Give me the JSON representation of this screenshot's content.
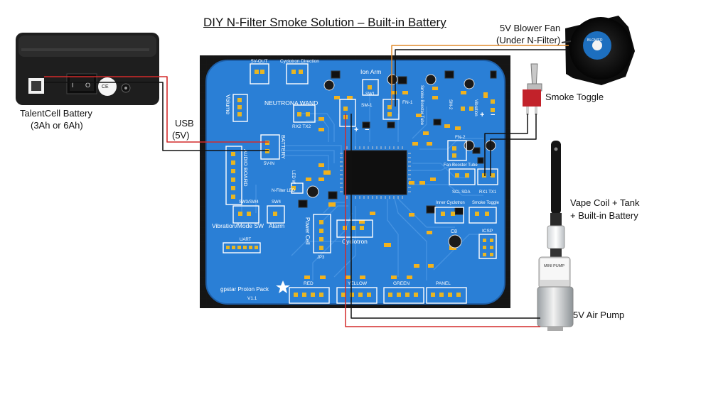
{
  "title": "DIY N-Filter Smoke Solution – Built-in Battery",
  "labels": {
    "battery_line1": "TalentCell Battery",
    "battery_line2": "(3Ah or 6Ah)",
    "usb_line1": "USB",
    "usb_line2": "(5V)",
    "fan_line1": "5V Blower Fan",
    "fan_line2": "(Under N-Filter)",
    "toggle": "Smoke Toggle",
    "vape_line1": "Vape Coil + Tank",
    "vape_line2": "+ Built-in Battery",
    "pump": "5V Air Pump"
  },
  "board": {
    "name": "gpstar Proton Pack",
    "version": "V1.1",
    "silk": {
      "v5out": "5V-OUT",
      "cyc_dir": "Cyclotron Direction",
      "ion_arm": "Ion Arm",
      "sw1": "SW1",
      "volume": "Volume",
      "neutrona": "NEUTRONA WAND",
      "rx2tx2": "RX2 TX2",
      "sm1": "SM-1",
      "fn1": "FN-1",
      "smoke_booster": "Smoke Booster Tube",
      "sm2": "SM-2",
      "vibration": "Vibration",
      "battery": "BATTERY",
      "v5in": "5V-IN",
      "audio": "AUDIO BOARD",
      "led_w": "LED W",
      "nfilter_led": "N-Filter LED",
      "fn2": "FN-2",
      "fan_booster": "Fan Booster Tube",
      "scl_sda": "SCL  SDA",
      "rx1tx1": "RX1 TX1",
      "sw3sw4": "SW3/SW4",
      "sw4": "SW4",
      "vib_mode": "Vibration/Mode SW",
      "alarm": "Alarm",
      "power_cell": "Power Cell",
      "jp3": "JP3",
      "cyclotron": "Cyclotron",
      "inner_cyc": "Inner Cyclotron",
      "smoke_toggle": "Smoke Toggle",
      "icsp": "ICSP",
      "uart": "UART",
      "c8": "C8",
      "red": "RED",
      "yellow": "YELLOW",
      "green": "GREEN",
      "panel": "PANEL",
      "pump_name": "MINI PUMP"
    }
  },
  "colors": {
    "board_blue": "#2a7fd6",
    "board_frame": "#1c1c1c",
    "wire_red": "#d42a2a",
    "wire_black": "#111111",
    "wire_orange": "#e08a2a"
  }
}
